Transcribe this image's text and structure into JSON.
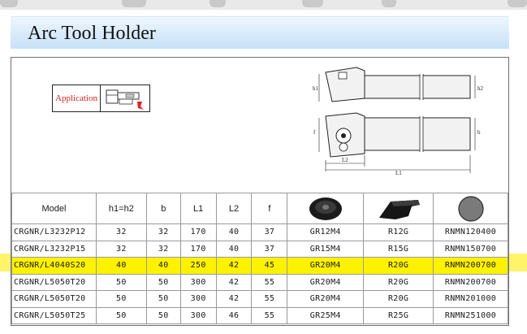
{
  "page": {
    "title": "Arc Tool Holder",
    "application_label": "Application",
    "application_icon": "tool-application-icon",
    "drawing_icon": "arc-tool-holder-drawing",
    "drawing_labels": {
      "h1": "h1",
      "h2": "h2",
      "f": "f",
      "b": "b",
      "L2": "L2",
      "L1": "L1"
    }
  },
  "colors": {
    "title_gradient_top": "#eef6fd",
    "title_gradient_bottom": "#c7e1f7",
    "application_text": "#d32020",
    "highlight": "#fff200",
    "drawing_accent": "#f0f0f0"
  },
  "table": {
    "columns": [
      "Model",
      "h1=h2",
      "b",
      "L1",
      "L2",
      "f"
    ],
    "insert_columns": [
      {
        "icon": "round-insert-with-hole-icon",
        "label": ""
      },
      {
        "icon": "grooving-insert-icon",
        "label": ""
      },
      {
        "icon": "round-insert-icon",
        "label": ""
      }
    ],
    "rows": [
      {
        "model": "CRGNR/L3232P12",
        "h": "32",
        "b": "32",
        "l1": "170",
        "l2": "40",
        "f": "37",
        "c1": "GR12M4",
        "c2": "R12G",
        "c3": "RNMN120400",
        "highlighted": false
      },
      {
        "model": "CRGNR/L3232P15",
        "h": "32",
        "b": "32",
        "l1": "170",
        "l2": "40",
        "f": "37",
        "c1": "GR15M4",
        "c2": "R15G",
        "c3": "RNMN150700",
        "highlighted": false
      },
      {
        "model": "CRGNR/L4040S20",
        "h": "40",
        "b": "40",
        "l1": "250",
        "l2": "42",
        "f": "45",
        "c1": "GR20M4",
        "c2": "R20G",
        "c3": "RNMN200700",
        "highlighted": true
      },
      {
        "model": "CRGNR/L5050T20",
        "h": "50",
        "b": "50",
        "l1": "300",
        "l2": "42",
        "f": "55",
        "c1": "GR20M4",
        "c2": "R20G",
        "c3": "RNMN200700",
        "highlighted": false
      },
      {
        "model": "CRGNR/L5050T20",
        "h": "50",
        "b": "50",
        "l1": "300",
        "l2": "42",
        "f": "55",
        "c1": "GR20M4",
        "c2": "R20G",
        "c3": "RNMN201000",
        "highlighted": false
      },
      {
        "model": "CRGNR/L5050T25",
        "h": "50",
        "b": "50",
        "l1": "300",
        "l2": "46",
        "f": "55",
        "c1": "GR25M4",
        "c2": "R25G",
        "c3": "RNMN251000",
        "highlighted": false
      }
    ]
  }
}
